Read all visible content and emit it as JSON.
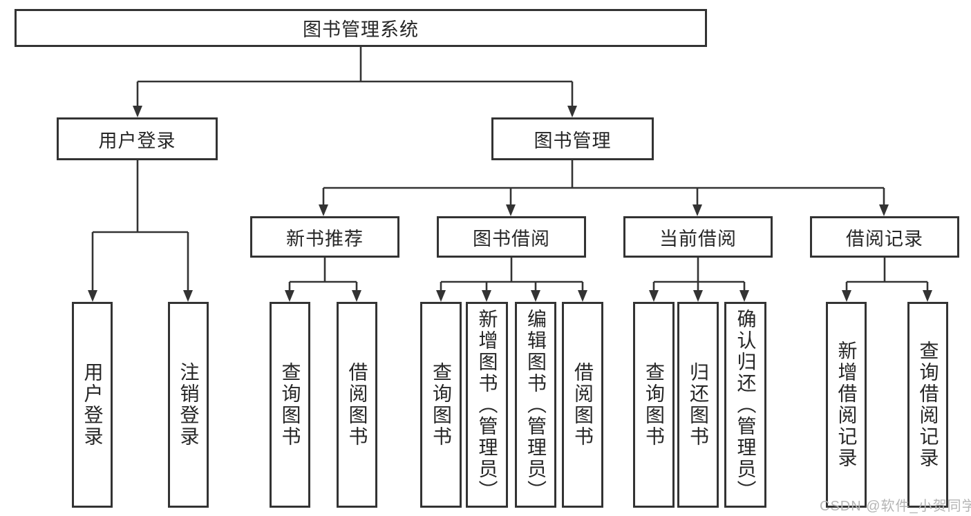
{
  "diagram": {
    "root": {
      "label": "图书管理系统"
    },
    "level2": [
      {
        "label": "用户登录"
      },
      {
        "label": "图书管理"
      }
    ],
    "level3": [
      {
        "label": "新书推荐",
        "parent": "图书管理"
      },
      {
        "label": "图书借阅",
        "parent": "图书管理"
      },
      {
        "label": "当前借阅",
        "parent": "图书管理"
      },
      {
        "label": "借阅记录",
        "parent": "图书管理"
      }
    ],
    "leaves": [
      {
        "label": "用户登录",
        "parent": "用户登录"
      },
      {
        "label": "注销登录",
        "parent": "用户登录"
      },
      {
        "label": "查询图书",
        "parent": "新书推荐"
      },
      {
        "label": "借阅图书",
        "parent": "新书推荐"
      },
      {
        "label": "查询图书",
        "parent": "图书借阅"
      },
      {
        "label": "新增图书（管理员）",
        "parent": "图书借阅"
      },
      {
        "label": "编辑图书（管理员）",
        "parent": "图书借阅"
      },
      {
        "label": "借阅图书",
        "parent": "图书借阅"
      },
      {
        "label": "查询图书",
        "parent": "当前借阅"
      },
      {
        "label": "归还图书",
        "parent": "当前借阅"
      },
      {
        "label": "确认归还（管理员）",
        "parent": "当前借阅"
      },
      {
        "label": "新增借阅记录",
        "parent": "借阅记录"
      },
      {
        "label": "查询借阅记录",
        "parent": "借阅记录"
      }
    ]
  },
  "watermark": {
    "text": "CSDN @软件_小贺同学"
  },
  "colors": {
    "line": "#333333",
    "box_border": "#333333",
    "text": "#262626",
    "watermark": "#b5b5b5",
    "background": "#ffffff"
  }
}
